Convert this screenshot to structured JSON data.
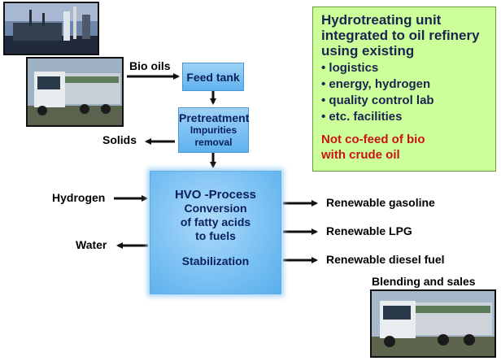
{
  "flow": {
    "bio_oils": "Bio oils",
    "feed_tank": "Feed tank",
    "pretreatment_title": "Pretreatment",
    "pretreatment_sub1": "Impurities",
    "pretreatment_sub2": "removal",
    "solids": "Solids",
    "hydrogen": "Hydrogen",
    "water": "Water",
    "hvo_title": "HVO -Process",
    "hvo_line1": "Conversion",
    "hvo_line2": "of fatty acids",
    "hvo_line3": "to fuels",
    "hvo_stabilization": "Stabilization",
    "out_gasoline": "Renewable gasoline",
    "out_lpg": "Renewable LPG",
    "out_diesel": "Renewable diesel fuel",
    "blending": "Blending and sales"
  },
  "info_box": {
    "title_line1": "Hydrotreating unit",
    "title_line2": "integrated to oil refinery",
    "title_line3": "using existing",
    "items": [
      "• logistics",
      "• energy, hydrogen",
      "• quality control lab",
      "• etc. facilities"
    ],
    "note_line1": "Not co-feed of bio",
    "note_line2": "with crude oil"
  },
  "colors": {
    "process_box": "#7cc2f4",
    "info_bg": "#ccff99",
    "note_red": "#c81414",
    "arrow": "#111111"
  }
}
